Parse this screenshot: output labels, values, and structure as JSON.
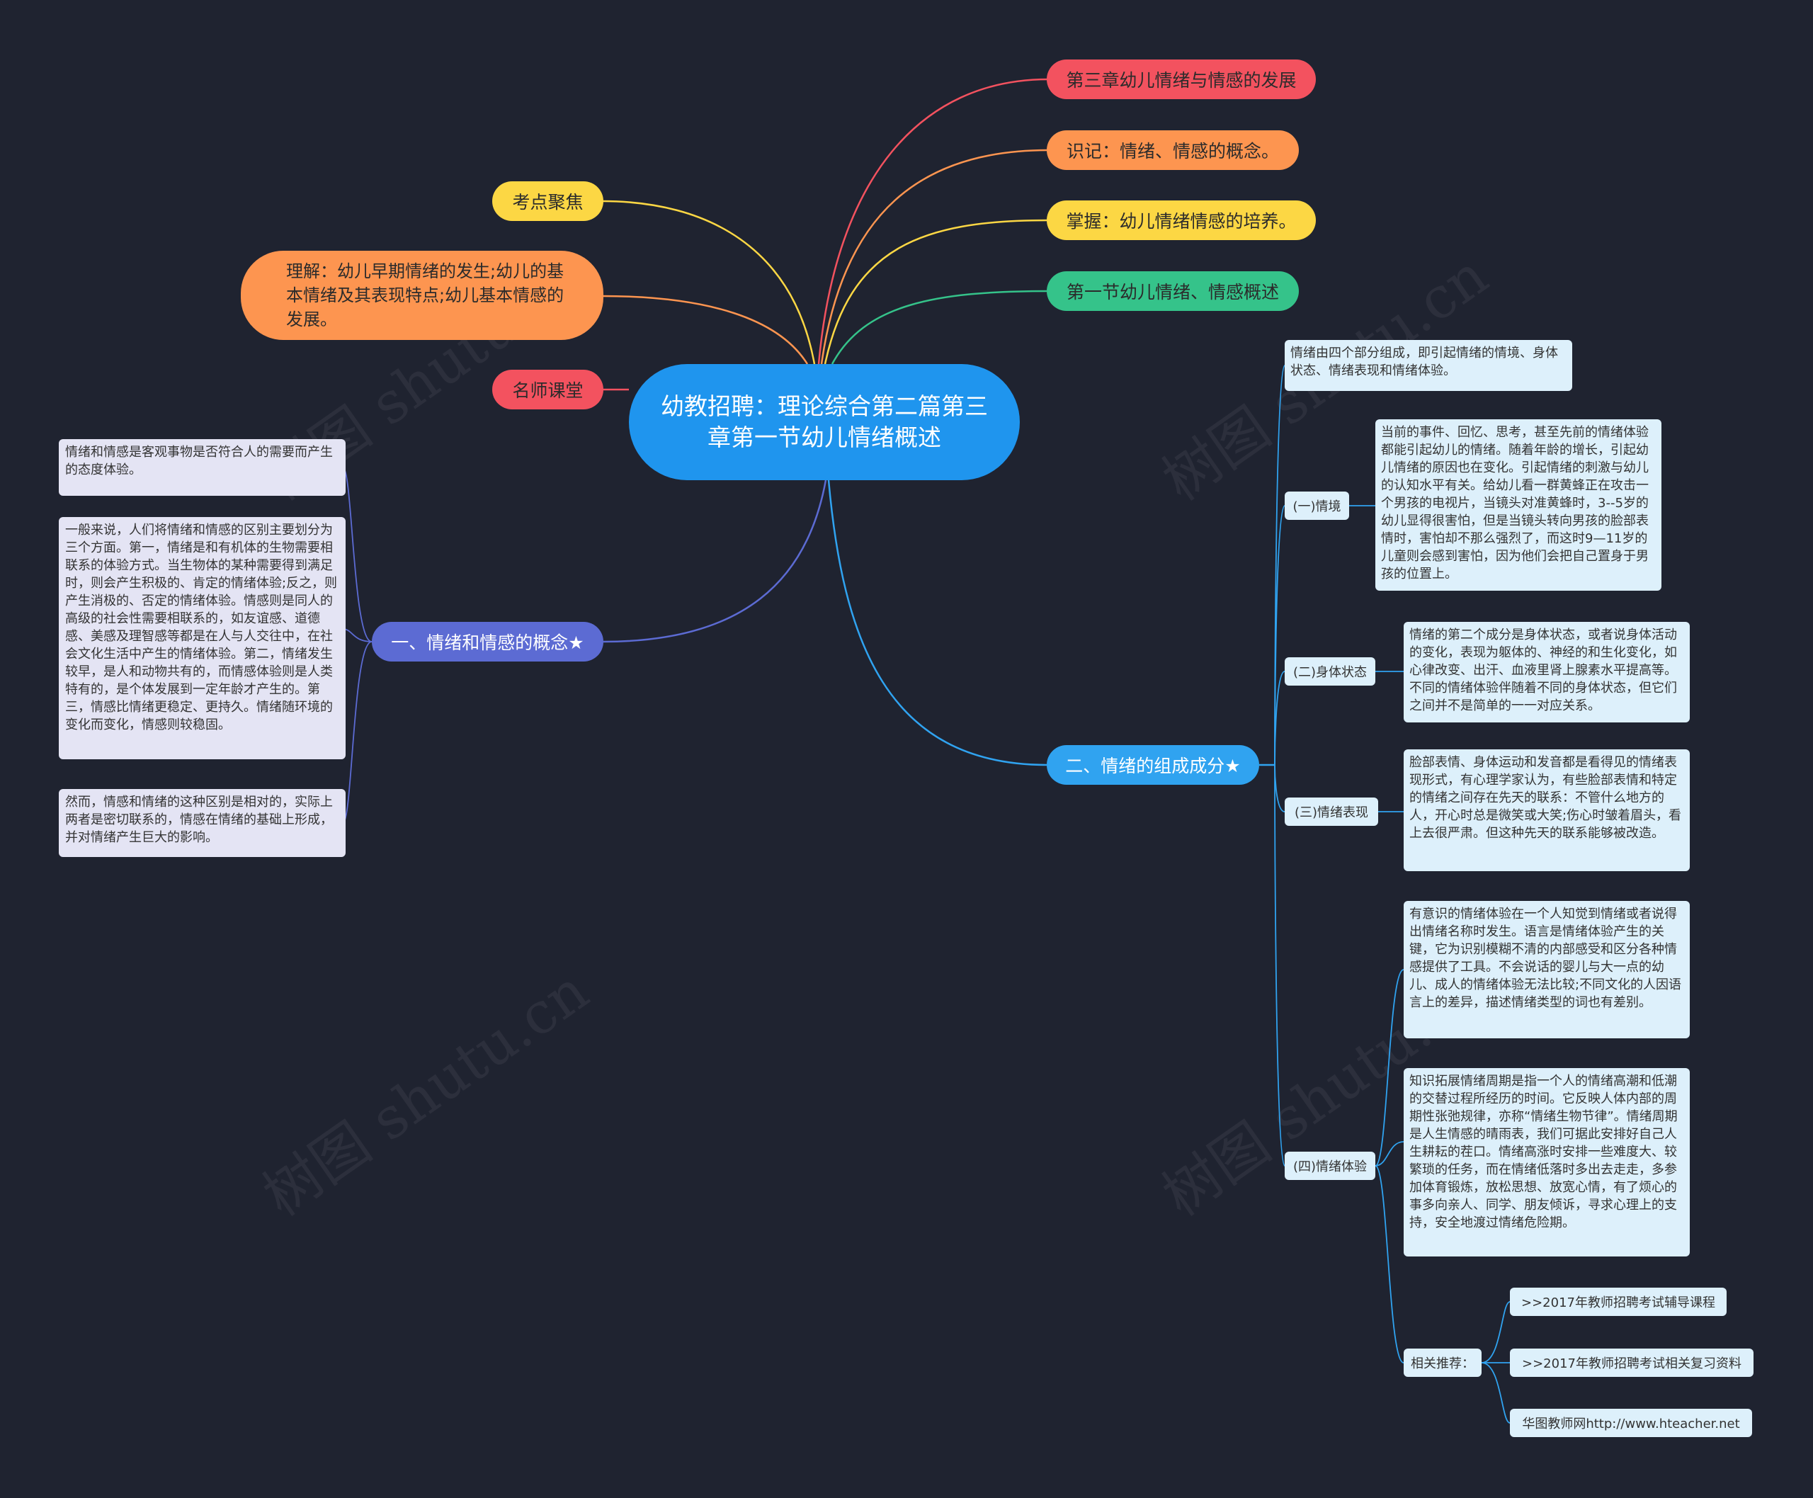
{
  "central": "幼教招聘：理论综合第二篇第三章第一节幼儿情绪概述",
  "top_right": [
    "第三章幼儿情绪与情感的发展",
    "识记：情绪、情感的概念。",
    "掌握：幼儿情绪情感的培养。",
    "第一节幼儿情绪、情感概述"
  ],
  "top_left": {
    "kaodian": "考点聚焦",
    "lijie": "理解：幼儿早期情绪的发生;幼儿的基本情绪及其表现特点;幼儿基本情感的发展。",
    "mingshi": "名师课堂"
  },
  "branch1": {
    "label": "一、情绪和情感的概念★",
    "notes": [
      "情绪和情感是客观事物是否符合人的需要而产生的态度体验。",
      "一般来说，人们将情绪和情感的区别主要划分为三个方面。第一，情绪是和有机体的生物需要相联系的体验方式。当生物体的某种需要得到满足时，则会产生积极的、肯定的情绪体验;反之，则产生消极的、否定的情绪体验。情感则是同人的高级的社会性需要相联系的，如友谊感、道德感、美感及理智感等都是在人与人交往中，在社会文化生活中产生的情绪体验。第二，情绪发生较早，是人和动物共有的，而情感体验则是人类特有的，是个体发展到一定年龄才产生的。第三，情感比情绪更稳定、更持久。情绪随环境的变化而变化，情感则较稳固。",
      "然而，情感和情绪的这种区别是相对的，实际上两者是密切联系的，情感在情绪的基础上形成，并对情绪产生巨大的影响。"
    ]
  },
  "branch2": {
    "label": "二、情绪的组成成分★",
    "intro": "情绪由四个部分组成，即引起情绪的情境、身体状态、情绪表现和情绪体验。",
    "parts": [
      {
        "label": "(一)情境",
        "text": "当前的事件、回忆、思考，甚至先前的情绪体验都能引起幼儿的情绪。随着年龄的增长，引起幼儿情绪的原因也在变化。引起情绪的刺激与幼儿的认知水平有关。给幼儿看一群黄蜂正在攻击一个男孩的电视片，当镜头对准黄蜂时，3--5岁的幼儿显得很害怕，但是当镜头转向男孩的脸部表情时，害怕却不那么强烈了，而这时9—11岁的儿童则会感到害怕，因为他们会把自己置身于男孩的位置上。"
      },
      {
        "label": "(二)身体状态",
        "text": "情绪的第二个成分是身体状态，或者说身体活动的变化，表现为躯体的、神经的和生化变化，如心律改变、出汗、血液里肾上腺素水平提高等。不同的情绪体验伴随着不同的身体状态，但它们之间并不是简单的一一对应关系。"
      },
      {
        "label": "(三)情绪表现",
        "text": "脸部表情、身体运动和发音都是看得见的情绪表现形式，有心理学家认为，有些脸部表情和特定的情绪之间存在先天的联系：不管什么地方的人，开心时总是微笑或大笑;伤心时皱着眉头，看上去很严肃。但这种先天的联系能够被改造。"
      },
      {
        "label": "(四)情绪体验",
        "texts": [
          "有意识的情绪体验在一个人知觉到情绪或者说得出情绪名称时发生。语言是情绪体验产生的关键，它为识别模糊不清的内部感受和区分各种情感提供了工具。不会说话的婴儿与大一点的幼儿、成人的情绪体验无法比较;不同文化的人因语言上的差异，描述情绪类型的词也有差别。",
          "知识拓展情绪周期是指一个人的情绪高潮和低潮的交替过程所经历的时间。它反映人体内部的周期性张弛规律，亦称“情绪生物节律”。情绪周期是人生情感的晴雨表，我们可据此安排好自己人生耕耘的茬口。情绪高涨时安排一些难度大、较繁琐的任务，而在情绪低落时多出去走走，多参加体育锻炼，放松思想、放宽心情，有了烦心的事多向亲人、同学、朋友倾诉，寻求心理上的支持，安全地渡过情绪危险期。"
        ]
      }
    ],
    "related": {
      "label": "相关推荐：",
      "links": [
        ">>2017年教师招聘考试辅导课程",
        ">>2017年教师招聘考试相关复习资料",
        "华图教师网http://www.hteacher.net"
      ]
    }
  },
  "watermark": "树图 shutu.cn",
  "colors": {
    "background": "#1f2330",
    "central": "#1f95ee",
    "red": "#f3525f",
    "orange": "#fd9550",
    "yellow": "#fcd744",
    "green": "#35c38a",
    "purple": "#5c6bd3",
    "blue": "#30a3f0",
    "note_blue": "#ddf0fb",
    "note_lavender": "#e4e4f4"
  }
}
